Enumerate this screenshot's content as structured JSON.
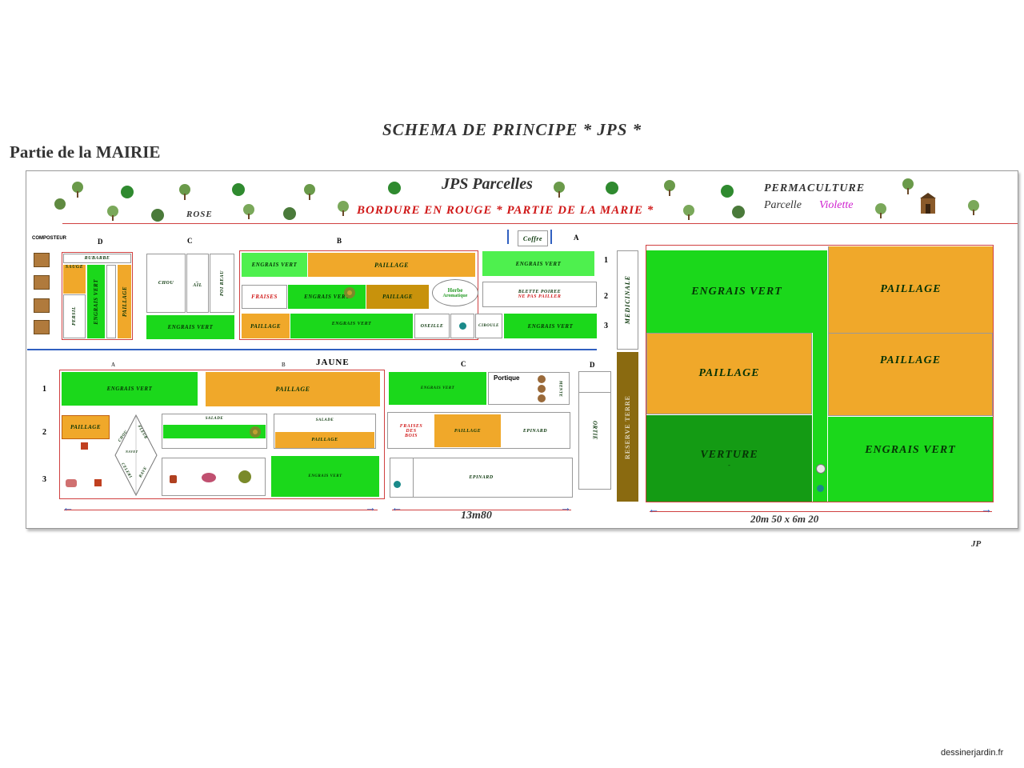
{
  "title": "SCHEMA DE   PRINCIPE  * JPS  *",
  "partie_mairie": "Partie de la MAIRIE",
  "header": {
    "jps_parcelles": "JPS Parcelles",
    "rose": "ROSE",
    "bordure": "BORDURE EN ROUGE * PARTIE DE LA MARIE *",
    "permaculture": "PERMACULTURE",
    "parcelle": "Parcelle",
    "violette": "Violette"
  },
  "colors": {
    "green": "#1bd81b",
    "light_green": "#4ef04e",
    "orange": "#f0a82a",
    "dark_green": "#149b14",
    "brown": "#8a6a10",
    "red_line": "#d04040",
    "blue_line": "#3060c0"
  },
  "top": {
    "composteur": "COMPOSTEUR",
    "col_d": "D",
    "col_c": "C",
    "col_b": "B",
    "col_a": "A",
    "coffre": "Coffre",
    "row1": "1",
    "row2": "2",
    "row3": "3",
    "rubarbe": "RUBARBE",
    "sauge": "SAUGE",
    "persil": "PERSIL",
    "engrais_vert_v": "ENGRAIS VERT",
    "paillage_v": "PAILLAGE",
    "chou": "CHOU",
    "ail_dash": "_",
    "ail": "AIL",
    "poireau": "POI REAU",
    "engrais_vert_d": "ENGRAIS VERT",
    "engrais_vert_b1": "ENGRAIS VERT",
    "paillage_b1": "PAILLAGE",
    "engrais_vert_a1": "ENGRAIS VERT",
    "fraises": "FRAISES",
    "engrais_vert_b2": "ENGRAIS VERT",
    "paillage_b2": "PAILLAGE",
    "herbe": "Herbe",
    "aromatique": "Aromatique",
    "blette": "BLETTE POIREE",
    "ne_pas": "NE PAS PAILLER",
    "paillage_b3": "PAILLAGE",
    "engrais_vert_b3": "ENGRAIS VERT",
    "oseille": "OSEILLE",
    "ciboule": "CIBOULE",
    "engrais_vert_a3": "ENGRAIS VERT",
    "medicinale": "MEDICINALE",
    "reserve": "RESERVE TERRE"
  },
  "bottom": {
    "col_a": "A",
    "col_b": "B",
    "col_c": "C",
    "col_d": "D",
    "jaune": "JAUNE",
    "row1": "1",
    "row2": "2",
    "row3": "3",
    "engrais_vert_1": "ENGRAIS VERT",
    "paillage_1": "PAILLAGE",
    "engrais_vert_c1": "ENGRAIS VERT",
    "portique": "Portique",
    "menthe": "MENTE",
    "paillage_a2": "PAILLAGE",
    "losange": [
      "CHOU",
      "FLEUR",
      "NAVET",
      "CELERI",
      "RAVE"
    ],
    "salade_a": "SALADE",
    "salade_b": "SALADE",
    "paillage_b2": "PAILLAGE",
    "fraises_des_bois": [
      "FRAISES",
      "DES",
      "BOIS"
    ],
    "paillage_c2": "PAILLAGE",
    "epinard_c2": "EPINARD",
    "engrais_vert_b3": "ENGRAIS VERT",
    "epinard_c3": "EPINARD",
    "ortie": "ORTIE",
    "dimension": "13m80"
  },
  "right": {
    "engrais_vert_tl": "ENGRAIS VERT",
    "paillage_tr": "PAILLAGE",
    "paillage_ml": "PAILLAGE",
    "paillage_mr": "PAILLAGE",
    "verture": "VERTURE",
    "verture_dash": "-",
    "engrais_vert_br": "ENGRAIS VERT",
    "dimension": "20m 50  x 6m 20"
  },
  "initials": "JP",
  "watermark": "dessinerjardin.fr"
}
